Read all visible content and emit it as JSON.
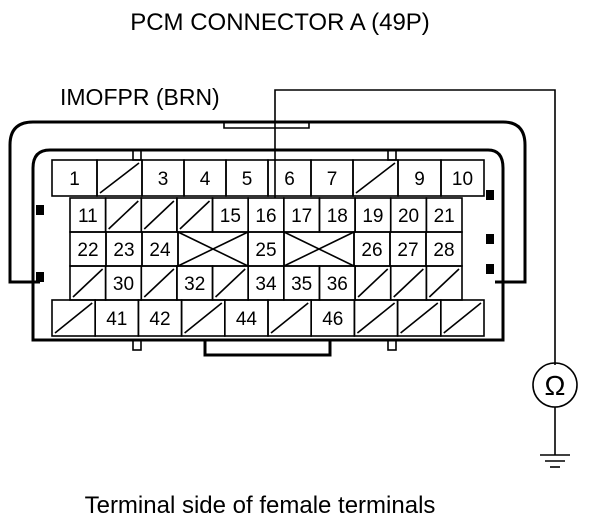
{
  "title": "PCM CONNECTOR A (49P)",
  "wire_label": "IMOFPR (BRN)",
  "caption": "Terminal side of female terminals",
  "meter_symbol": "Ω",
  "meter_icon": "ohmmeter-icon",
  "ground_icon": "ground-icon",
  "rows": [
    [
      "1",
      "/",
      "3",
      "4",
      "5",
      "6",
      "7",
      "/",
      "9",
      "10"
    ],
    [
      "11",
      "/",
      "/",
      "/",
      "15",
      "16",
      "17",
      "18",
      "19",
      "20",
      "21"
    ],
    [
      "22",
      "23",
      "24",
      "X",
      "25",
      "X",
      "26",
      "27",
      "28"
    ],
    [
      "/",
      "30",
      "/",
      "32",
      "/",
      "34",
      "35",
      "36",
      "/",
      "/",
      "/"
    ],
    [
      "/",
      "41",
      "42",
      "/",
      "44",
      "/",
      "46",
      "/",
      "/",
      "/"
    ]
  ],
  "probe_terminal": "16"
}
